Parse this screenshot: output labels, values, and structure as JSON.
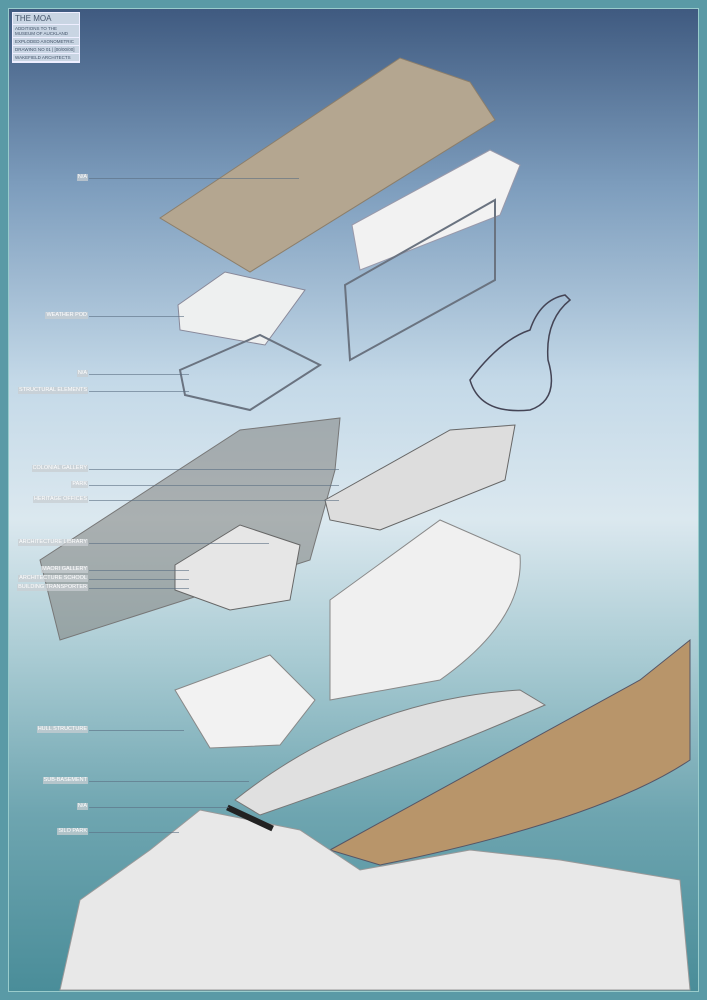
{
  "title_block": {
    "title": "THE MOA",
    "subtitle": "ADDITIONS TO THE MUSEUM OF AUCKLAND",
    "drawing_type": "EXPLODED AXONOMETRIC",
    "drawing_no": "DRAWING NO 01",
    "sheet": "[00/00/00]",
    "firm": "WAKEFIELD ARCHITECTS"
  },
  "labels": [
    {
      "text": "N/A"
    },
    {
      "text": "WEATHER POD"
    },
    {
      "text": "N/A"
    },
    {
      "text": "STRUCTURAL ELEMENTS"
    },
    {
      "text": "COLONIAL GALLERY"
    },
    {
      "text": "PARK"
    },
    {
      "text": "HERITAGE OFFICES"
    },
    {
      "text": "ARCHITECTURE LIBRARY"
    },
    {
      "text": "MAORI GALLERY"
    },
    {
      "text": "ARCHITECTURE SCHOOL"
    },
    {
      "text": "BUILDING TRANSPORTER"
    },
    {
      "text": "HULL STRUCTURE"
    },
    {
      "text": "SUB-BASEMENT"
    },
    {
      "text": "N/A"
    },
    {
      "text": "SILO PARK"
    }
  ]
}
